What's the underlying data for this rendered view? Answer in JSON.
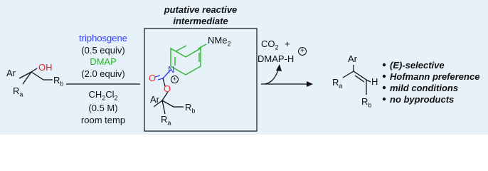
{
  "title": {
    "line1": "putative reactive",
    "line2": "intermediate"
  },
  "colors": {
    "background": "#e6f1fa",
    "triphosgene": "#2f3cff",
    "dmap": "#2bb52b",
    "hydroxyl": "#e0242a",
    "carbonyl_o": "#ff2a2a",
    "pyridinium_n": "#2f3cff",
    "pyridine_ring": "#2bb52b",
    "carbonyl_c": "#2f3cff"
  },
  "substrate": {
    "ar": "Ar",
    "oh": "OH",
    "ra": "R",
    "ra_sub": "a",
    "rb": "R",
    "rb_sub": "b"
  },
  "reagents": {
    "triphosgene": "triphosgene",
    "triphosgene_equiv": "(0.5 equiv)",
    "dmap": "DMAP",
    "dmap_equiv": "(2.0 equiv)"
  },
  "conditions": {
    "solvent_main": "CH",
    "solvent_sub1": "2",
    "solvent_cl": "Cl",
    "solvent_sub2": "2",
    "concentration": "(0.5 M)",
    "temperature": "room temp"
  },
  "intermediate": {
    "nme2": "NMe",
    "nme2_sub": "2",
    "n_plus": "N",
    "plus": "+",
    "o_carbonyl": "O",
    "o_ester": "O",
    "ar": "Ar",
    "ra": "R",
    "ra_sub": "a",
    "rb": "R",
    "rb_sub": "b"
  },
  "byproducts": {
    "co2": "CO",
    "co2_sub": "2",
    "plus_sign": "+",
    "dmaph": "DMAP-H",
    "plus": "+"
  },
  "product": {
    "ar": "Ar",
    "ra": "R",
    "ra_sub": "a",
    "h": "H",
    "rb": "R",
    "rb_sub": "b"
  },
  "features": [
    "(E)-selective",
    "Hofmann preference",
    "mild conditions",
    "no byproducts"
  ]
}
